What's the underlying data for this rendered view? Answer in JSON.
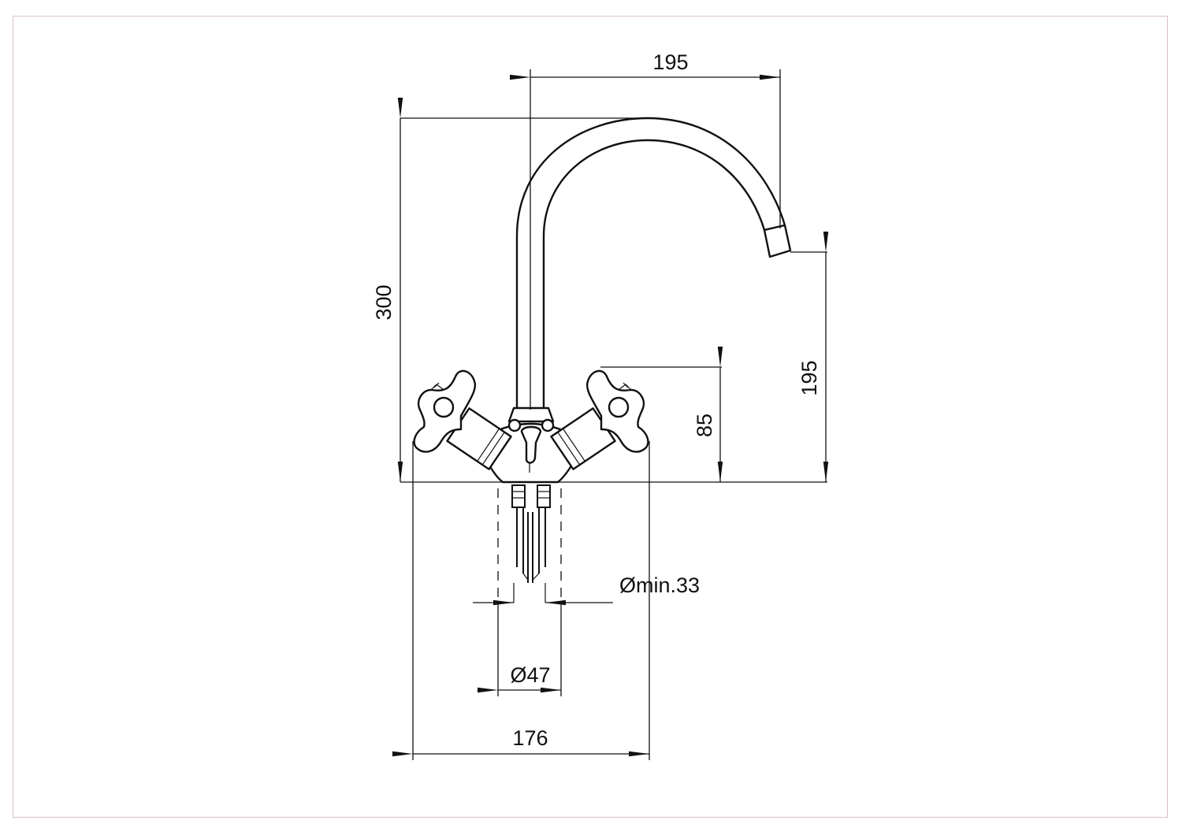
{
  "dimensions": {
    "spout_reach": "195",
    "total_height": "300",
    "spout_outlet_height": "195",
    "handle_height": "85",
    "hole_diameter": "Ømin.33",
    "base_diameter": "Ø47",
    "handle_span": "176"
  }
}
